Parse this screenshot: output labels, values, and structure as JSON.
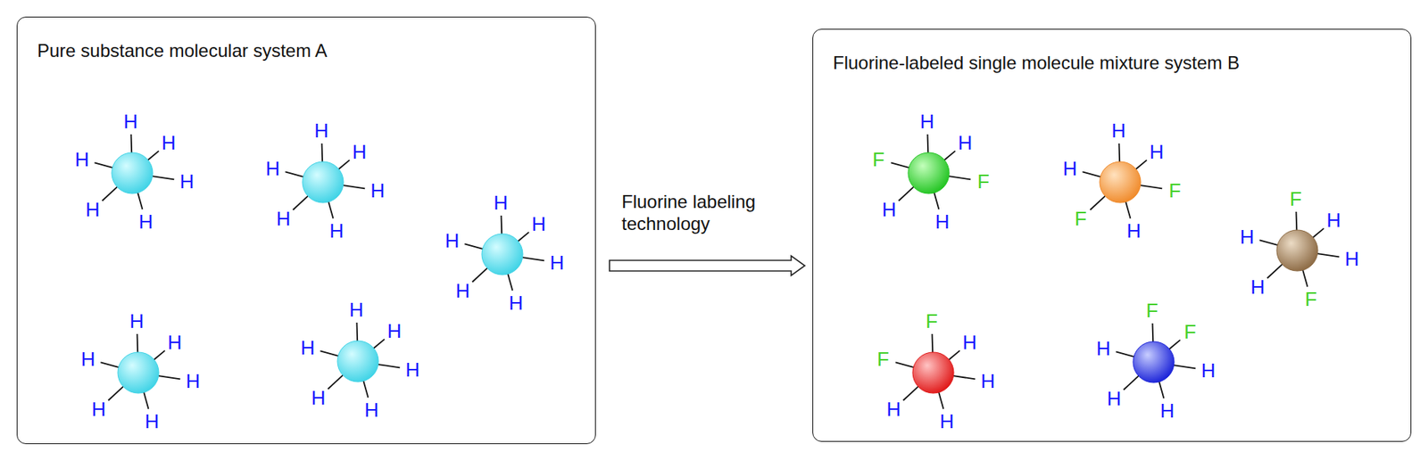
{
  "diagram": {
    "nodes": [
      {
        "text": [
          "Pure substance molecular system A"
        ]
      },
      {
        "text": [
          "Fluorine-labeled single molecule mixture system B"
        ]
      }
    ],
    "edges": [
      {
        "from": 0,
        "to": 1,
        "arrow": "to",
        "label": "Fluorine labeling technology"
      }
    ],
    "labels": [
      "H",
      "H",
      "H",
      "H",
      "H",
      "H",
      "H",
      "H",
      "H",
      "H",
      "H",
      "H",
      "H",
      "H",
      "H",
      "H",
      "H",
      "H",
      "H",
      "H",
      "H",
      "H",
      "H",
      "H",
      "H",
      "H",
      "H",
      "H",
      "H",
      "H",
      "H",
      "H",
      "F",
      "F",
      "H",
      "H",
      "H",
      "H",
      "H",
      "F",
      "F",
      "H",
      "F",
      "H",
      "H",
      "H",
      "H",
      "F",
      "F",
      "H",
      "F",
      "H",
      "H",
      "H",
      "F",
      "F",
      "H",
      "H",
      "H",
      "H"
    ]
  }
}
